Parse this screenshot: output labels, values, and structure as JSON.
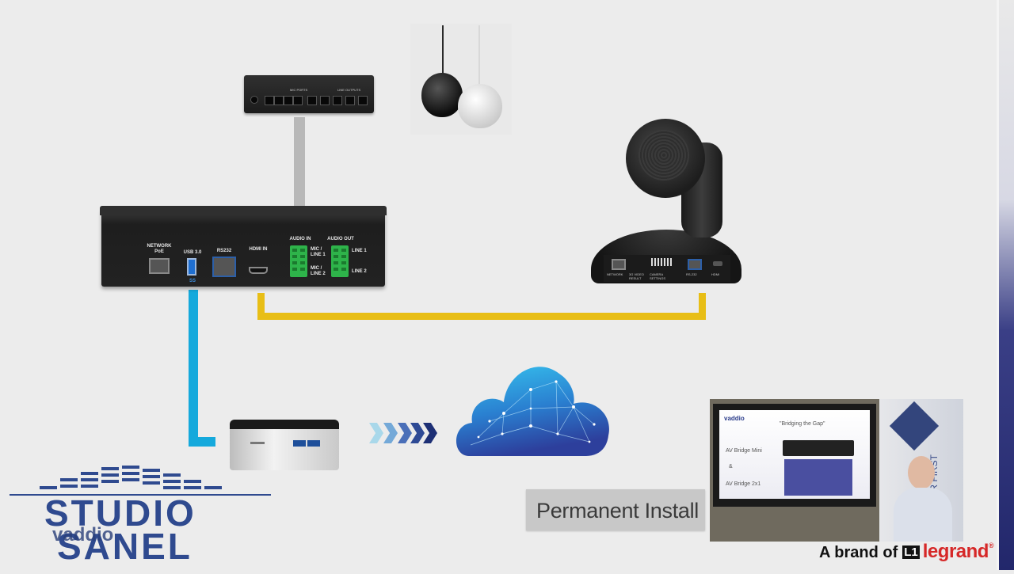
{
  "bridge": {
    "network": "NETWORK\nPoE",
    "usb": "USB 3.0",
    "usb_logo": "SS",
    "rs232": "RS232",
    "hdmi_in": "HDMI IN",
    "audio_in": "AUDIO IN",
    "audio_out": "AUDIO OUT",
    "mic_line1": "MIC /\nLINE 1",
    "mic_line2": "MIC /\nLINE 2",
    "line1": "LINE 1",
    "line2": "LINE 2"
  },
  "mixer": {
    "mic_ports": "MIC PORTS",
    "line_outputs": "LINE OUTPUTS"
  },
  "camera": {
    "network": "NETWORK",
    "hdmi": "HDMI",
    "rs232": "RS-232",
    "camera_settings": "CAMERA\nSETTINGS",
    "video": "3G VIDEO\nRESULT"
  },
  "caption": "Permanent Install",
  "presenter_slide": {
    "logo": "vaddio",
    "title": "\"Bridging the Gap\"",
    "item1": "AV Bridge Mini",
    "item2": "&",
    "item3": "AV Bridge 2x1",
    "side_text": "MER FIRST"
  },
  "logo": {
    "line1": "STUDIO",
    "line2": "SANEL",
    "overlay": "vaddio"
  },
  "brand": {
    "prefix": "A brand of",
    "mark": "L1",
    "name": "legrand",
    "reg": "®"
  },
  "colors": {
    "usb_cable": "#15a9dc",
    "hdmi_cable": "#e8be16",
    "audio_cable": "#b8b8b8",
    "studio_logo": "#2f4a8f",
    "legrand_red": "#d62828"
  }
}
